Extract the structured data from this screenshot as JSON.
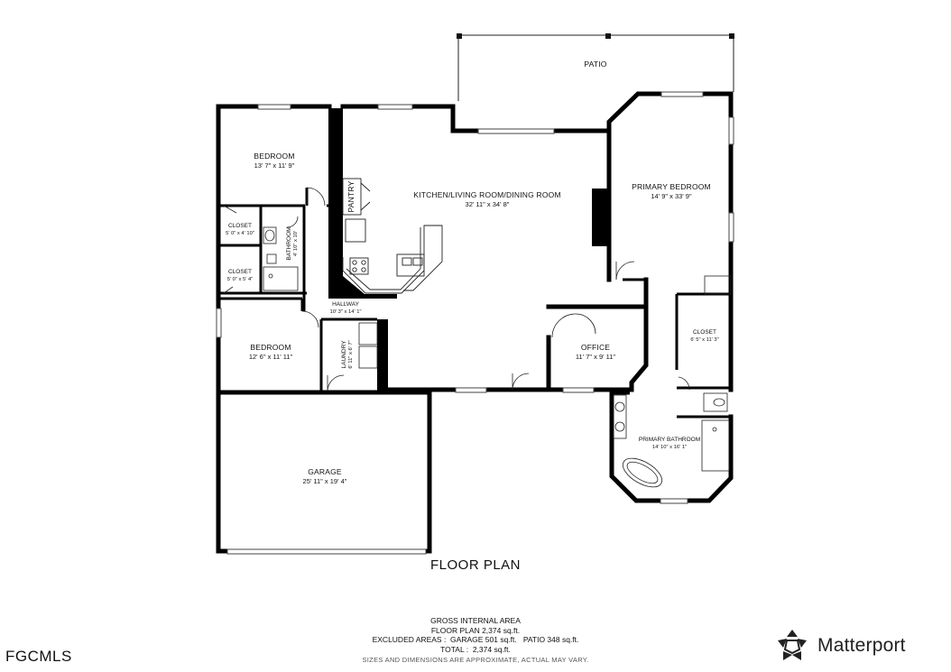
{
  "rooms": {
    "patio": {
      "name": "PATIO"
    },
    "bedroom_top": {
      "name": "BEDROOM",
      "dims": "13' 7\" x 11' 9\""
    },
    "kitchen": {
      "name": "KITCHEN/LIVING ROOM/DINING ROOM",
      "dims": "32' 11\" x 34' 8\""
    },
    "pantry": {
      "name": "PANTRY"
    },
    "primary_bedroom": {
      "name": "PRIMARY BEDROOM",
      "dims": "14' 9\" x 33' 9\""
    },
    "closet_1": {
      "name": "CLOSET",
      "dims": "5' 0\" x 4' 10\""
    },
    "bathroom": {
      "name": "BATHROOM",
      "dims": "4' 10\" x 10'"
    },
    "closet_2": {
      "name": "CLOSET",
      "dims": "5' 0\" x 5' 4\""
    },
    "hallway": {
      "name": "HALLWAY",
      "dims": "10' 3\" x 14' 1\""
    },
    "bedroom_bottom": {
      "name": "BEDROOM",
      "dims": "12' 6\" x 11' 11\""
    },
    "laundry": {
      "name": "LAUNDRY",
      "dims": "6' 11\" x 6' 7\""
    },
    "office": {
      "name": "OFFICE",
      "dims": "11' 7\" x 9' 11\""
    },
    "closet_primary": {
      "name": "CLOSET",
      "dims": "6' 5\" x 11' 3\""
    },
    "primary_bathroom": {
      "name": "PRIMARY BATHROOM",
      "dims": "14' 10\" x 16' 1\""
    },
    "garage": {
      "name": "GARAGE",
      "dims": "25' 11\" x 19' 4\""
    }
  },
  "title": "FLOOR PLAN",
  "summary": {
    "line1": "GROSS INTERNAL AREA",
    "line2": "FLOOR PLAN 2,374 sq.ft.",
    "line3": "EXCLUDED AREAS :  GARAGE 501 sq.ft.   PATIO 348 sq.ft.",
    "line4": "TOTAL :  2,374 sq.ft."
  },
  "disclaimer": "SIZES AND DIMENSIONS ARE APPROXIMATE, ACTUAL MAY VARY.",
  "mls_logo": "FGCMLS",
  "brand": {
    "name": "Matterport",
    "icon": "matterport-logo-icon"
  }
}
